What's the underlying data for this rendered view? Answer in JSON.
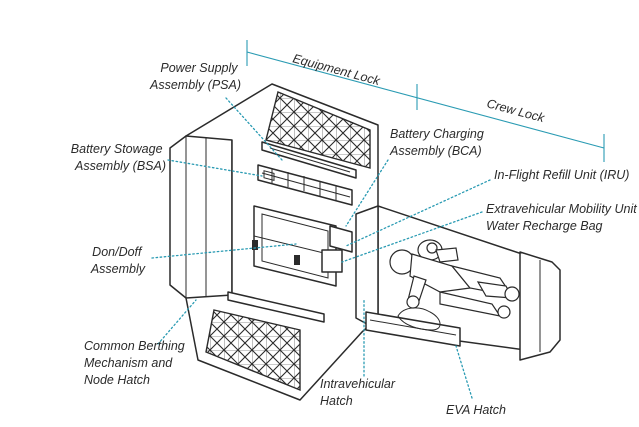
{
  "colors": {
    "line": "#2b2b2b",
    "leader": "#2a9bb3",
    "background": "#ffffff"
  },
  "dimensions": [
    {
      "id": "equipment-lock",
      "label": "Equipment Lock"
    },
    {
      "id": "crew-lock",
      "label": "Crew Lock"
    }
  ],
  "labels": [
    {
      "id": "psa",
      "lines": [
        "Power Supply",
        "Assembly (PSA)"
      ]
    },
    {
      "id": "bsa",
      "lines": [
        "Battery Stowage",
        "Assembly (BSA)"
      ]
    },
    {
      "id": "bca",
      "lines": [
        "Battery Charging",
        "Assembly (BCA)"
      ]
    },
    {
      "id": "iru",
      "lines": [
        "In-Flight Refill Unit (IRU)"
      ]
    },
    {
      "id": "emu-bag",
      "lines": [
        "Extravehicular Mobility Unit",
        "Water Recharge Bag"
      ]
    },
    {
      "id": "don-doff",
      "lines": [
        "Don/Doff",
        "Assembly"
      ]
    },
    {
      "id": "cbm",
      "lines": [
        "Common Berthing",
        "Mechanism and",
        "Node Hatch"
      ]
    },
    {
      "id": "iv-hatch",
      "lines": [
        "Intravehicular",
        "Hatch"
      ]
    },
    {
      "id": "eva-hatch",
      "lines": [
        "EVA Hatch"
      ]
    }
  ]
}
